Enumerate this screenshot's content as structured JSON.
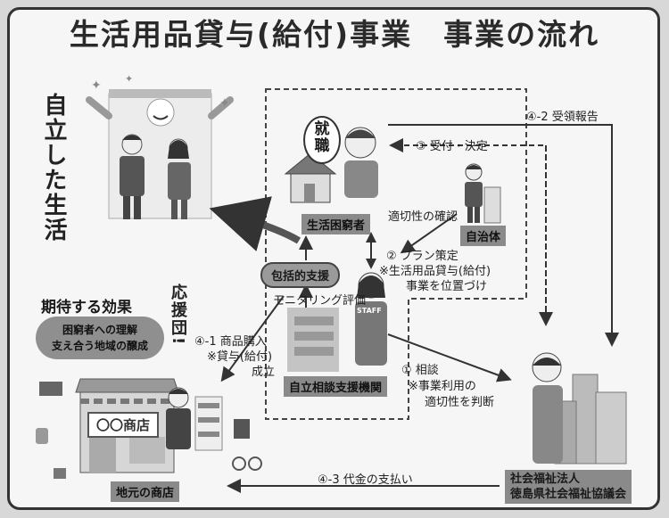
{
  "title": "生活用品貸与(給付)事業　事業の流れ",
  "independent_life": "自立した生活",
  "expected_effect": {
    "heading": "期待する効果",
    "cheer": "応援団!",
    "lines": [
      "困窮者への理解",
      "支え合う地域の醸成"
    ]
  },
  "bubble_text": "就職",
  "staff_text": "STAFF",
  "shop_sign": "〇〇商店",
  "nodes": {
    "needy": "生活困窮者",
    "municipality": "自治体",
    "support_org": "自立相談支援機関",
    "local_shop": "地元の商店",
    "council_line1": "社会福祉法人",
    "council_line2": "徳島県社会福祉協議会"
  },
  "comprehensive_support": "包括的支援",
  "monitoring": "モニタリング評価",
  "appropriateness_check": "適切性の確認",
  "steps": {
    "s1_title": "① 相談",
    "s1_note1": "※事業利用の",
    "s1_note2": "適切性を判断",
    "s2_title": "② プラン策定",
    "s2_note1": "※生活用品貸与(給付)",
    "s2_note2": "事業を位置づけ",
    "s3": "③ 受付・決定",
    "s41_title": "④-1 商品購入",
    "s41_note": "※貸与(給付)",
    "s41_end": "成立",
    "s42": "④-2 受領報告",
    "s43": "④-3 代金の支払い"
  }
}
